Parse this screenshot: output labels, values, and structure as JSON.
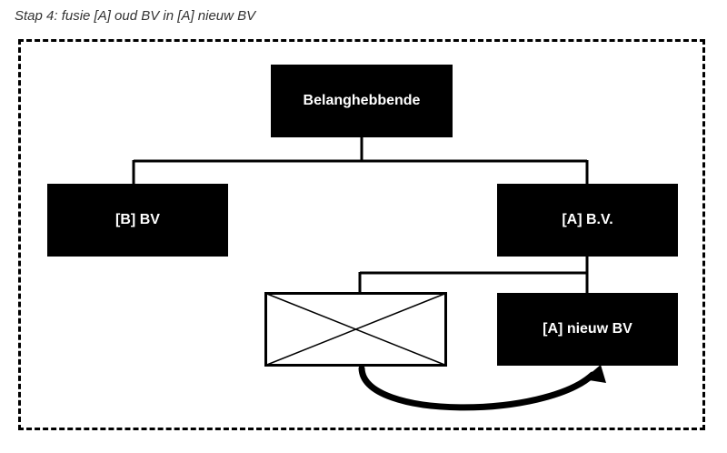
{
  "caption": "Stap 4: fusie [A] oud BV in [A] nieuw BV",
  "nodes": {
    "belanghebbende": "Belanghebbende",
    "b_bv": "[B] BV",
    "a_bv": "[A] B.V.",
    "a_nieuw_bv": "[A] nieuw BV"
  },
  "colors": {
    "box_fill": "#000000",
    "box_text": "#ffffff",
    "line": "#000000",
    "caption_text": "#333333"
  }
}
